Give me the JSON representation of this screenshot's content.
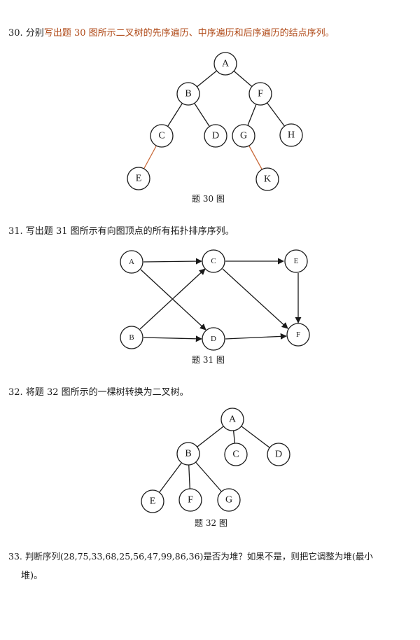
{
  "q30": {
    "text_a": "30. 分别",
    "text_b": "写出题 30 图所示二叉树的先序遍历、中序遍历和后序遍历的结点序列。",
    "caption": "题 30 图",
    "nodes": [
      "A",
      "B",
      "F",
      "C",
      "D",
      "G",
      "H",
      "E",
      "K"
    ]
  },
  "q31": {
    "text": "31. 写出题 31 图所示有向图顶点的所有拓扑排序序列。",
    "caption": "题 31 图",
    "nodes": [
      "A",
      "C",
      "E",
      "B",
      "D",
      "F"
    ]
  },
  "q32": {
    "text": "32. 将题 32 图所示的一棵树转换为二叉树。",
    "caption": "题 32 图",
    "nodes": [
      "A",
      "B",
      "C",
      "D",
      "E",
      "F",
      "G"
    ]
  },
  "q33": {
    "line1": "33. 判断序列(28,75,33,68,25,56,47,99,86,36)是否为堆？如果不是，则把它调整为堆(最小",
    "line2": "堆)。"
  },
  "colors": {
    "accent": "#b04a18",
    "ink": "#1a1a1a"
  }
}
